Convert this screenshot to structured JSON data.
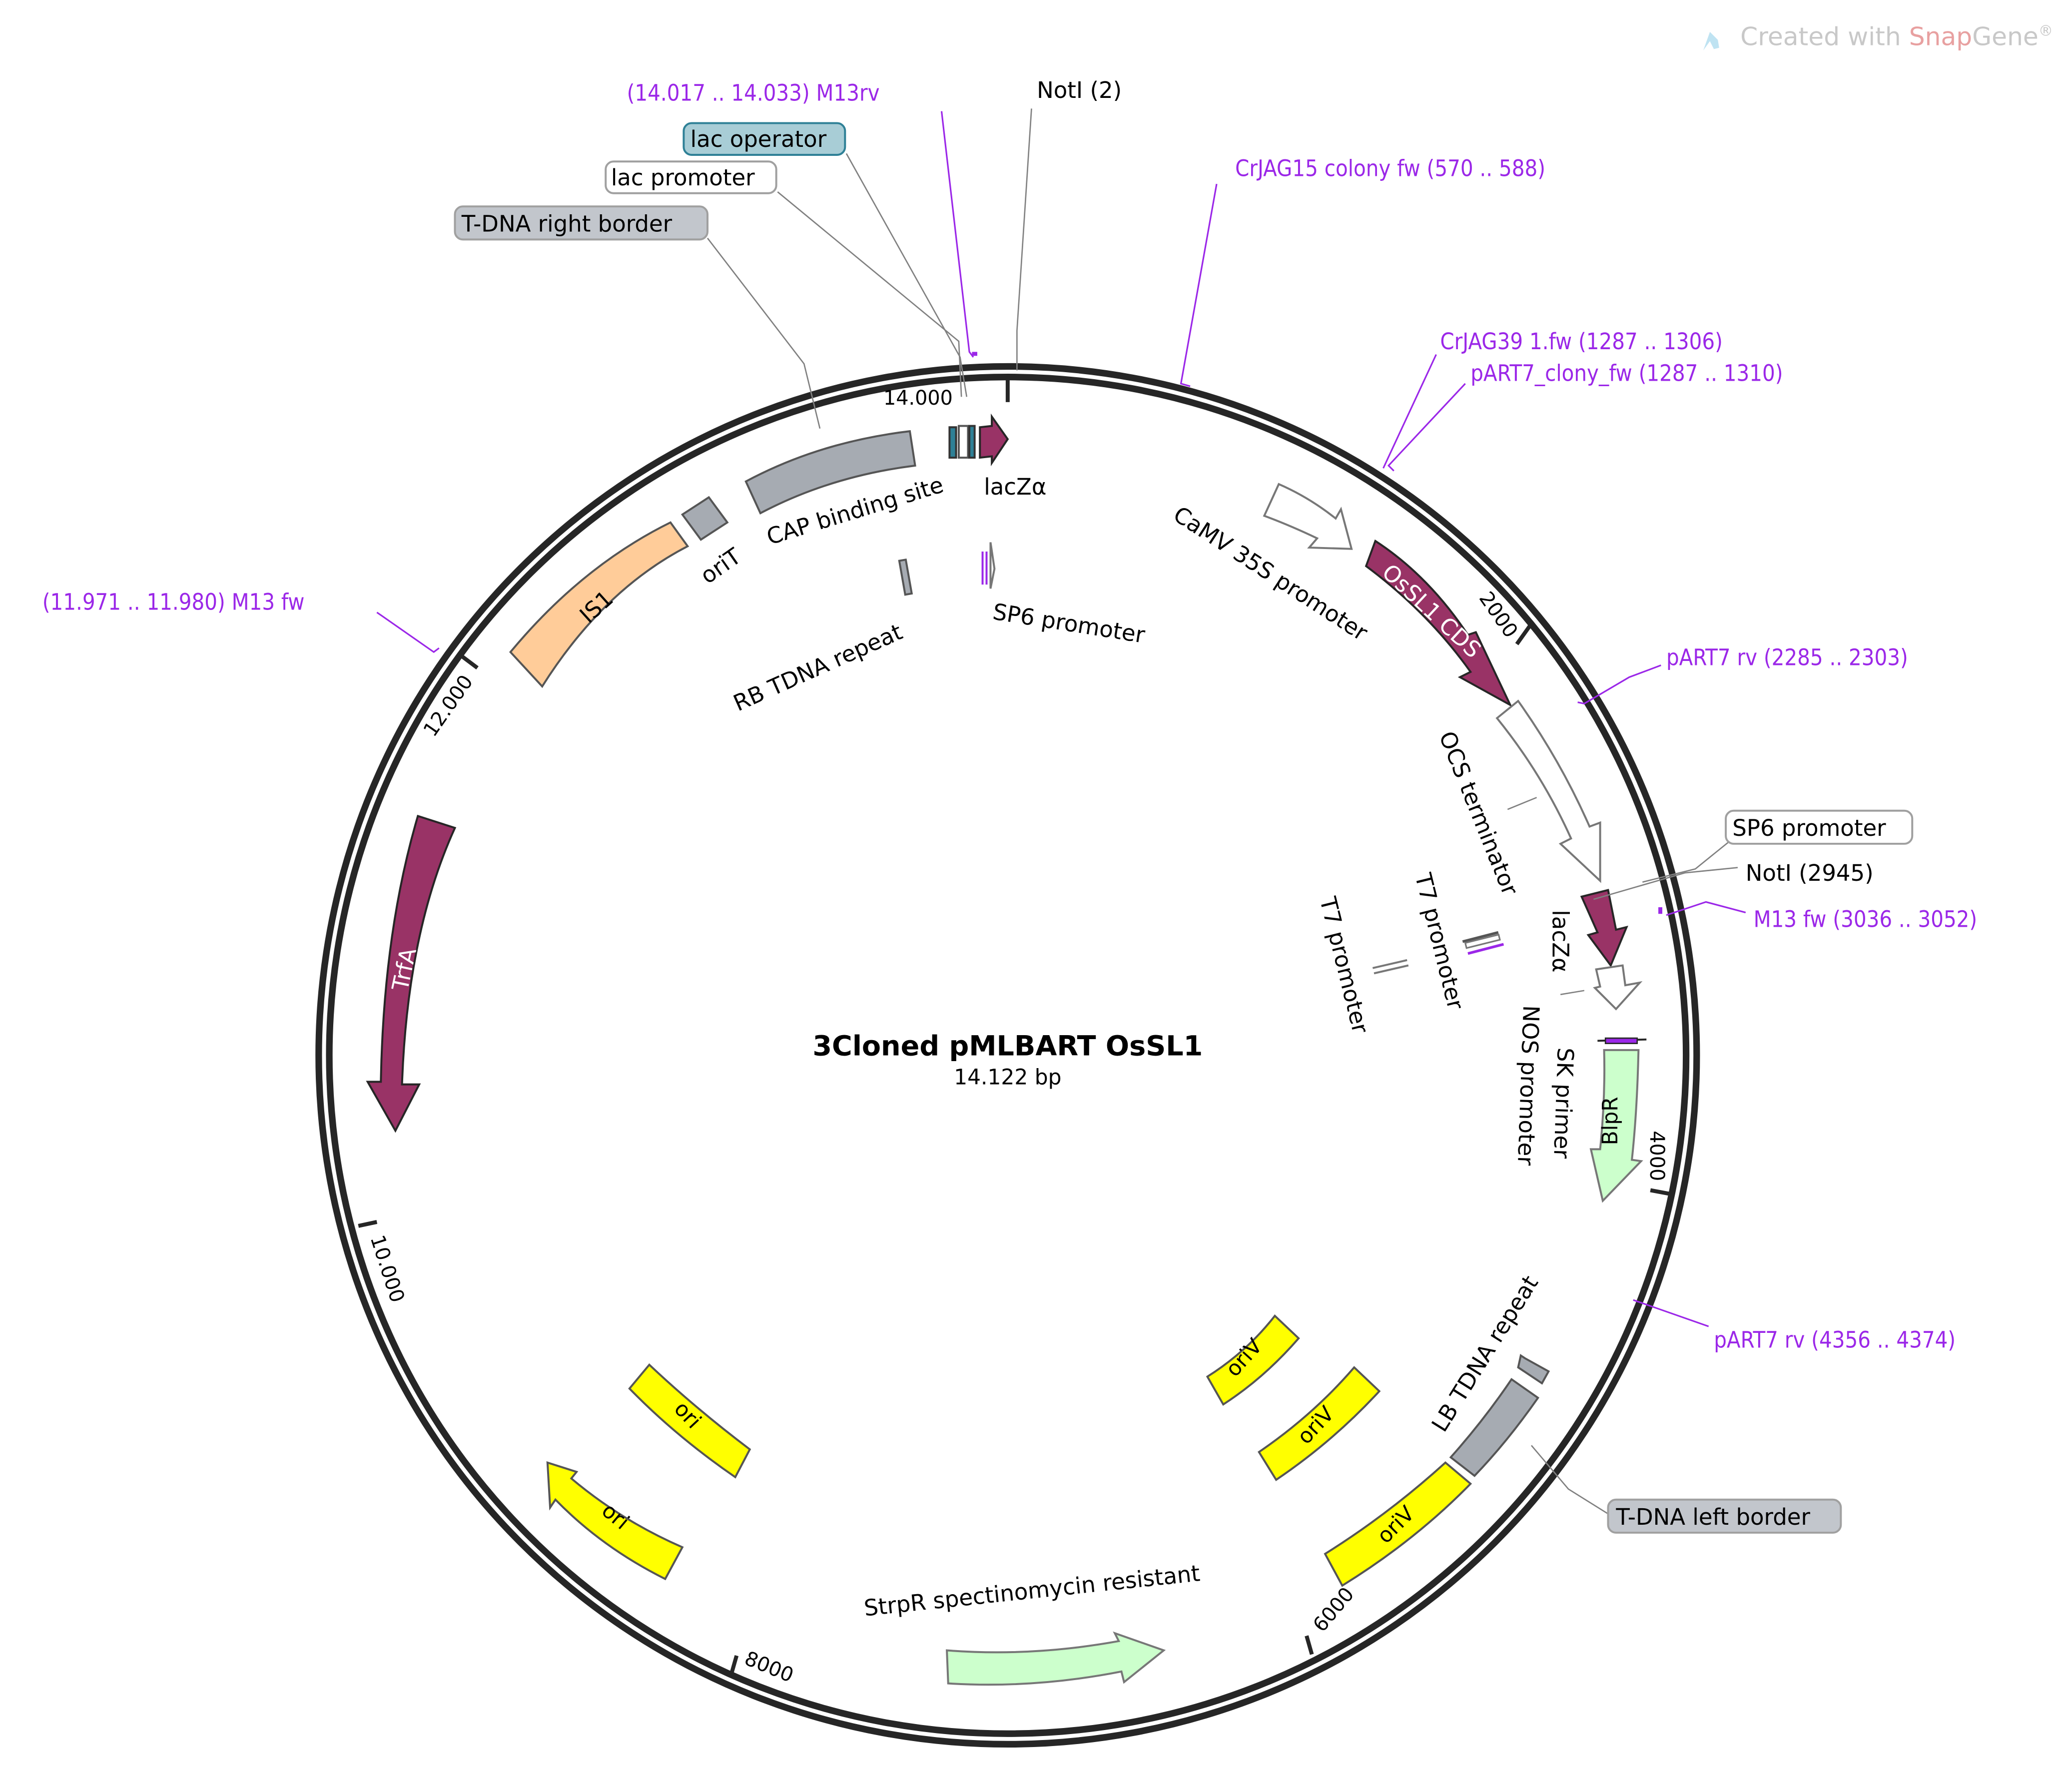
{
  "watermark": {
    "prefix": "Created with ",
    "brand_a": "Snap",
    "brand_b": "Gene",
    "mark": "®",
    "brand_color": "#e8a0a0",
    "text_color": "#c8c8c8",
    "icon": "snapgene-logo-icon"
  },
  "plasmid": {
    "name": "3Cloned pMLBART OsSL1",
    "length_label": "14.122 bp"
  },
  "ticks": [
    "14.000",
    "2000",
    "4000",
    "6000",
    "8000",
    "10.000",
    "12.000"
  ],
  "colors": {
    "backbone": "#262626",
    "primer": "#9b27e8",
    "cds": "#993366",
    "gray_feature": "#a6abb2",
    "ori": "#ffff00",
    "is1": "#ffcc99",
    "marker": "#ccffcc",
    "lac_operator": "#a8cdd6",
    "lac_operator_border": "#2e8096",
    "leader_line": "#808080"
  },
  "features": {
    "lacZa_top": "lacZα",
    "cap_binding_site": "CAP binding site",
    "oriT": "oriT",
    "is1": "IS1",
    "trfA": "TrfA",
    "rb_tdna_repeat": "RB TDNA repeat",
    "sp6_promoter_inner": "SP6 promoter",
    "camv35s": "CaMV 35S promoter",
    "ossl1_cds": "OsSL1 CDS",
    "ocs_terminator": "OCS terminator",
    "lacZa_right": "lacZα",
    "t7_promoter_1": "T7 promoter",
    "t7_promoter_2": "T7 promoter",
    "nos_promoter": "NOS promoter",
    "sk_primer": "SK primer",
    "blpR": "BlpR",
    "lb_tdna_repeat": "LB TDNA repeat",
    "oriV_1": "oriV",
    "oriV_2": "oriV",
    "oriV_3": "oriV",
    "ori_1": "ori",
    "ori_2": "ori",
    "strpR": "StrpR spectinomycin resistant"
  },
  "callouts": {
    "lac_operator": "lac operator",
    "lac_promoter": "lac promoter",
    "tdna_right_border": "T-DNA right border",
    "sp6_promoter": "SP6 promoter",
    "tdna_left_border": "T-DNA left border"
  },
  "sites": {
    "notI_top": "NotI  (2)",
    "notI_right": "NotI  (2945)"
  },
  "primers": {
    "m13rv": "(14.017 .. 14.033)  M13rv",
    "crjag15": "CrJAG15 colony fw   (570 .. 588)",
    "crjag39": "CrJAG39 1.fw   (1287 .. 1306)",
    "part7_clony": "pART7_clony_fw   (1287 .. 1310)",
    "part7_rv_1": "pART7 rv   (2285 .. 2303)",
    "m13fw_right": "M13 fw  (3036 .. 3052)",
    "part7_rv_2": "pART7 rv   (4356 .. 4374)",
    "m13fw_left": "(11.971 .. 11.980)  M13 fw"
  }
}
